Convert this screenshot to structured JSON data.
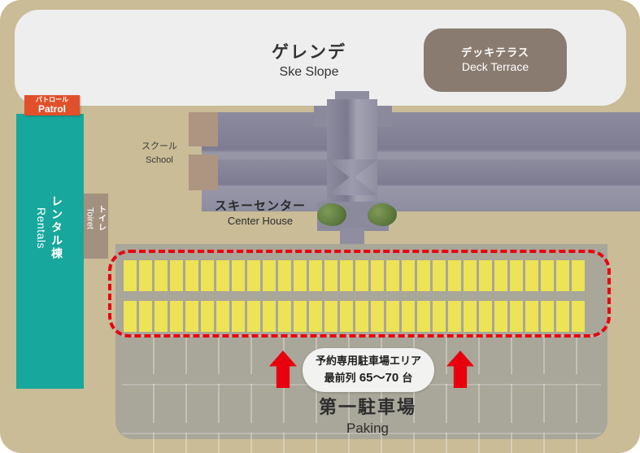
{
  "map": {
    "title_jp": "第一駐車場",
    "title_en": "Paking"
  },
  "slope": {
    "label_jp": "ゲレンデ",
    "label_en": "Ske Slope"
  },
  "deck_terrace": {
    "label_jp": "デッキテラス",
    "label_en": "Deck Terrace",
    "color": "#8a7b70"
  },
  "patrol": {
    "label_jp": "パトロール",
    "label_en": "Patrol",
    "color": "#e0502a"
  },
  "rentals": {
    "label_jp": "レンタル棟",
    "label_en": "Rentals",
    "color": "#18a79c"
  },
  "toilet": {
    "label_jp": "トイレ",
    "label_en": "Toiret",
    "color": "#a4907f"
  },
  "school": {
    "label_jp": "スクール",
    "label_en": "School",
    "color": "#ad9582"
  },
  "center_house": {
    "label_jp": "スキーセンター",
    "label_en": "Center House",
    "color": "#8b8a9d"
  },
  "reserved_area": {
    "callout_line1": "予約専用駐車場エリア",
    "callout_line2_prefix": "最前列",
    "callout_line2_count": "65〜70",
    "callout_line2_unit": "台",
    "boundary_color": "#e8000f",
    "stall_color": "#ece356",
    "stalls_per_row": 30,
    "rows": 2
  },
  "arrows": {
    "color": "#e8000f",
    "direction": "up",
    "count": 2
  },
  "parking_lot": {
    "surface_color": "#a9a69a",
    "general_rows": 3
  },
  "ground": {
    "color": "#c9bc96"
  }
}
